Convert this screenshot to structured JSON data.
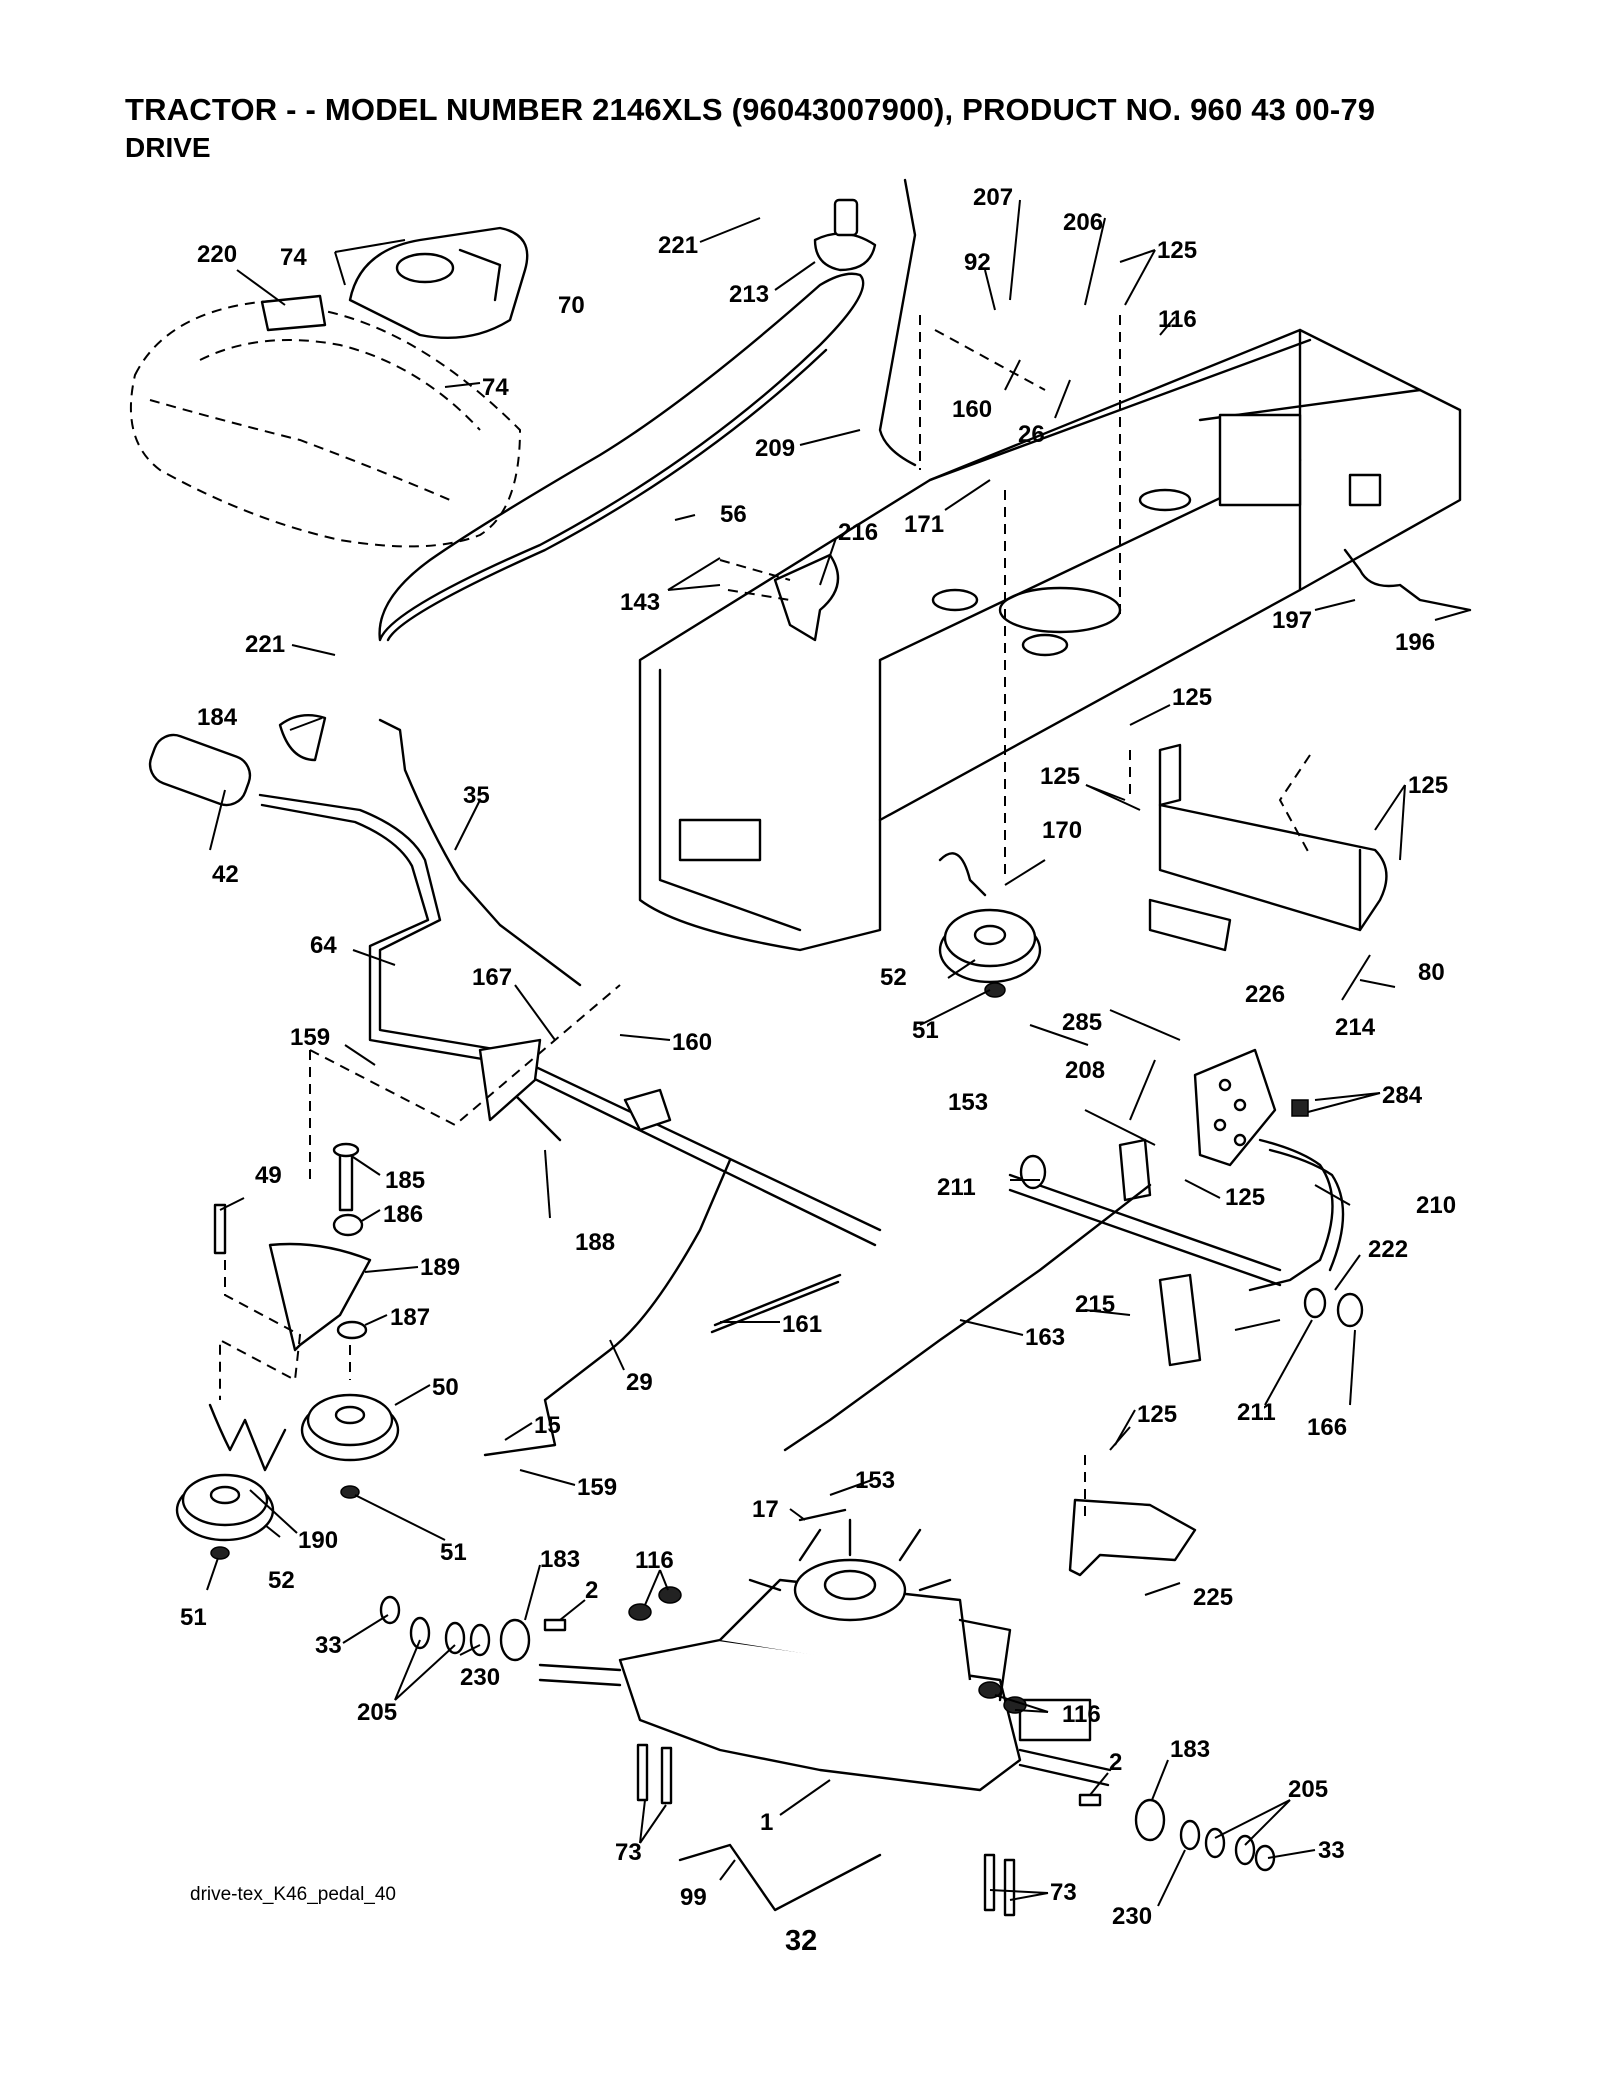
{
  "header": {
    "title": "TRACTOR - - MODEL NUMBER 2146XLS (96043007900), PRODUCT NO. 960 43 00-79",
    "subtitle": "DRIVE"
  },
  "footer": {
    "diagram_code": "drive-tex_K46_pedal_40",
    "page_number": "32"
  },
  "callouts": [
    "220",
    "74",
    "70",
    "74",
    "221",
    "213",
    "92",
    "207",
    "206",
    "125",
    "116",
    "160",
    "26",
    "209",
    "171",
    "56",
    "216",
    "143",
    "197",
    "196",
    "221",
    "184",
    "35",
    "42",
    "125",
    "125",
    "125",
    "170",
    "64",
    "167",
    "160",
    "159",
    "52",
    "51",
    "80",
    "226",
    "285",
    "214",
    "284",
    "208",
    "153",
    "49",
    "185",
    "186",
    "189",
    "188",
    "211",
    "125",
    "210",
    "222",
    "187",
    "161",
    "215",
    "163",
    "211",
    "166",
    "50",
    "29",
    "15",
    "159",
    "125",
    "153",
    "17",
    "190",
    "51",
    "52",
    "51",
    "183",
    "116",
    "2",
    "33",
    "230",
    "205",
    "225",
    "116",
    "2",
    "183",
    "205",
    "1",
    "73",
    "33",
    "99",
    "73",
    "230"
  ]
}
